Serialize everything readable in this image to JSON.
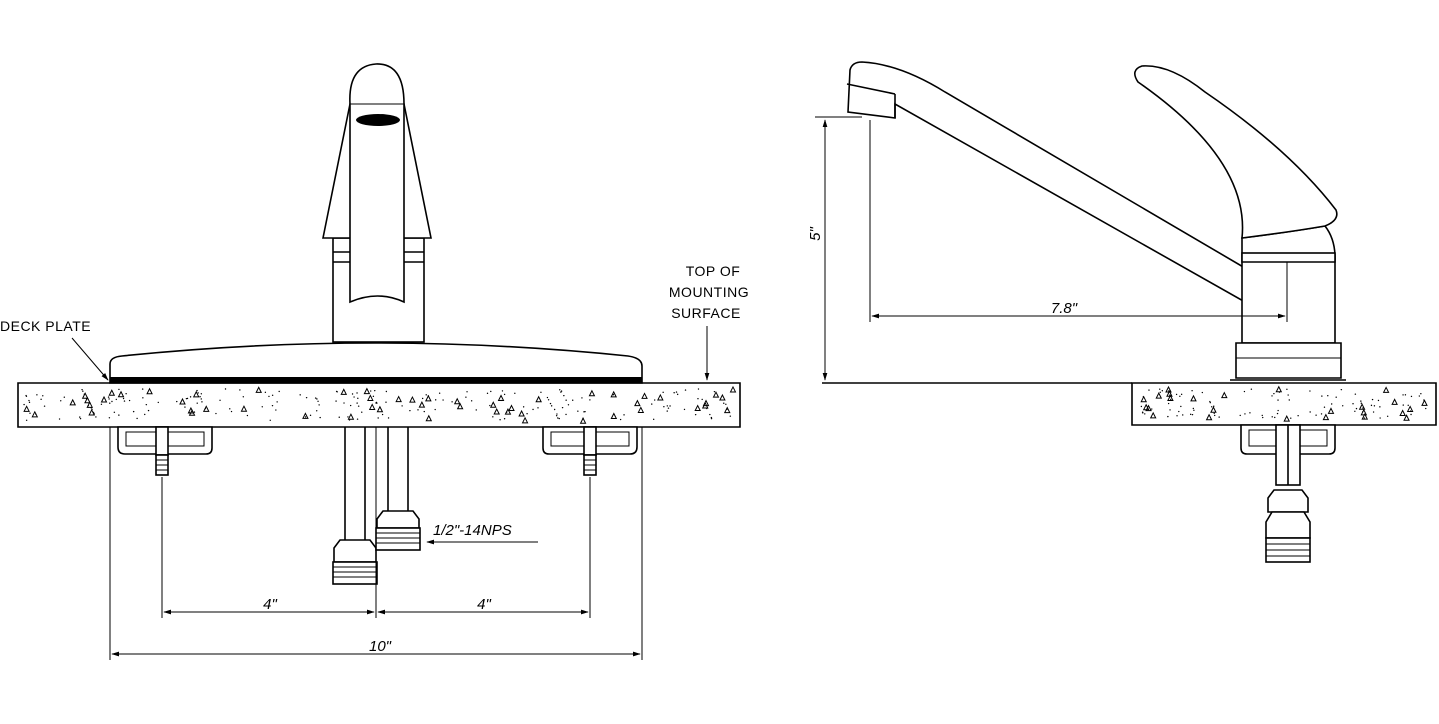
{
  "labels": {
    "deck_plate": "DECK PLATE",
    "top_of_mounting_1": "TOP OF",
    "top_of_mounting_2": "MOUNTING",
    "top_of_mounting_3": "SURFACE",
    "thread_spec": "1/2\"-14NPS"
  },
  "dimensions": {
    "left_spacing": "4\"",
    "right_spacing": "4\"",
    "overall_width": "10\"",
    "spout_height": "5\"",
    "spout_reach": "7.8\""
  },
  "colors": {
    "line": "#000000",
    "background": "#ffffff"
  }
}
